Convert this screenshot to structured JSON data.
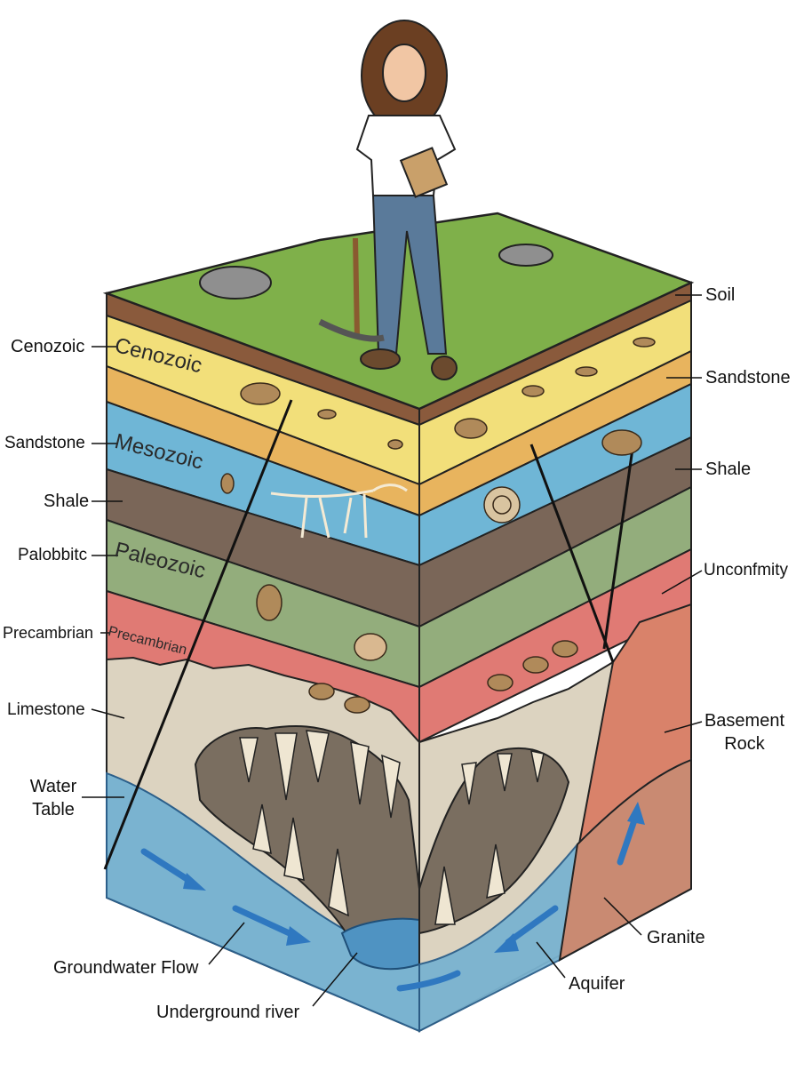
{
  "eras_on_block": {
    "cenozoic": "Cenozoic",
    "mesozoic": "Mesozoic",
    "paleozoic": "Paleozoic",
    "precambrian": "Precambrian"
  },
  "left_labels": {
    "cenozoic": "Cenozoic",
    "sandstone": "Sandstone",
    "shale": "Shale",
    "palobbitc": "Palobbitc",
    "precambrian": "Precambrian",
    "limestone": "Limestone",
    "water_table_1": "Water",
    "water_table_2": "Table"
  },
  "right_labels": {
    "soil": "Soil",
    "sandstone": "Sandstone",
    "shale": "Shale",
    "unconformity": "Unconfmity",
    "basement_1": "Basement",
    "basement_2": "Rock",
    "granite": "Granite",
    "aquifer": "Aquifer"
  },
  "bottom_labels": {
    "groundwater_flow": "Groundwater Flow",
    "underground_river": "Underground river"
  },
  "colors": {
    "grass": "#7fb04a",
    "soil": "#8a5a3c",
    "cenozoic_yellow": "#f2df7a",
    "sand": "#e8b45e",
    "mesozoic_blue": "#6fb6d6",
    "shale": "#7a6658",
    "paleozoic_green": "#93ad7c",
    "precambrian_red": "#e07a74",
    "limestone": "#dcd3c0",
    "cave": "#7a6e60",
    "water": "#7ab3d0",
    "granite": "#d9826a"
  }
}
